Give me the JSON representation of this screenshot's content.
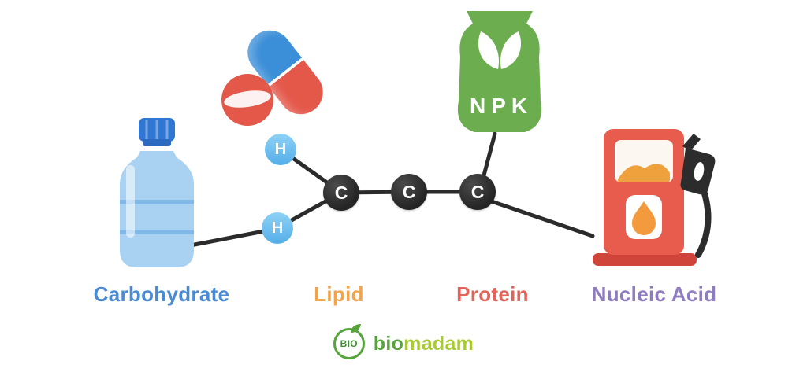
{
  "molecule": {
    "carbon_1": "C",
    "carbon_2": "C",
    "carbon_3": "C",
    "hydrogen_1": "H",
    "hydrogen_2": "H"
  },
  "fertilizer": {
    "label": "NPK"
  },
  "labels": {
    "carbohydrate": {
      "text": "Carbohydrate",
      "color": "#4a8bd5"
    },
    "lipid": {
      "text": "Lipid",
      "color": "#f2a44a"
    },
    "protein": {
      "text": "Protein",
      "color": "#e2635a"
    },
    "nucleic_acid": {
      "text": "Nucleic Acid",
      "color": "#8f7cc0"
    }
  },
  "logo": {
    "badge": "BIO",
    "word_prefix": "bio",
    "word_suffix": "madam",
    "green": "#57a33c",
    "lime": "#a8ca35"
  },
  "colors": {
    "cap_blue": "#3077d3",
    "bottle_blue": "#a9d2f2",
    "capsule_blue": "#3b8ed8",
    "capsule_red": "#e4584a",
    "bag_green": "#6cae4f",
    "pump_red": "#e85c4e",
    "pump_base_red": "#cf4539",
    "accent_orange": "#efa13e",
    "drop_orange": "#f29a3d",
    "atom_black": "#2d2d2d",
    "hydrogen_blue": "#6fc0ef",
    "line_color": "#2b2b2b"
  }
}
